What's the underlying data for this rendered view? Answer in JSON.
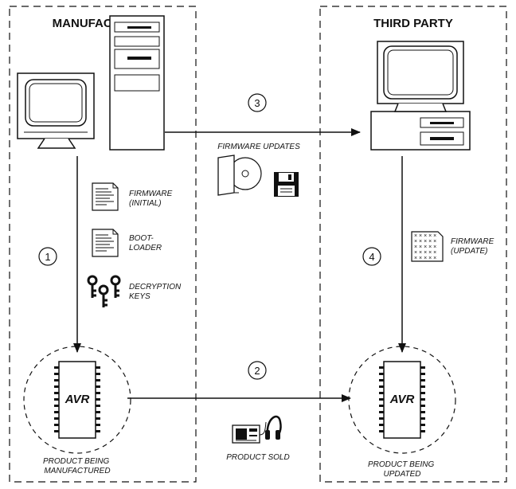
{
  "headers": {
    "left": "MANUFACTURER",
    "right": "THIRD PARTY"
  },
  "labels": {
    "firmware_updates": "FIRMWARE UPDATES",
    "firmware_initial": [
      "FIRMWARE",
      "(INITIAL)"
    ],
    "bootloader": [
      "BOOT-",
      "LOADER"
    ],
    "decryption_keys": [
      "DECRYPTION",
      "KEYS"
    ],
    "firmware_update": [
      "FIRMWARE",
      "(UPDATE)"
    ],
    "product_sold": "PRODUCT SOLD",
    "product_manufactured": [
      "PRODUCT BEING",
      "MANUFACTURED"
    ],
    "product_updated": [
      "PRODUCT BEING",
      "UPDATED"
    ]
  },
  "steps": {
    "s1": "1",
    "s2": "2",
    "s3": "3",
    "s4": "4"
  },
  "chip": {
    "logo": "AVR"
  },
  "colors": {
    "line": "#111111",
    "background": "#ffffff"
  }
}
